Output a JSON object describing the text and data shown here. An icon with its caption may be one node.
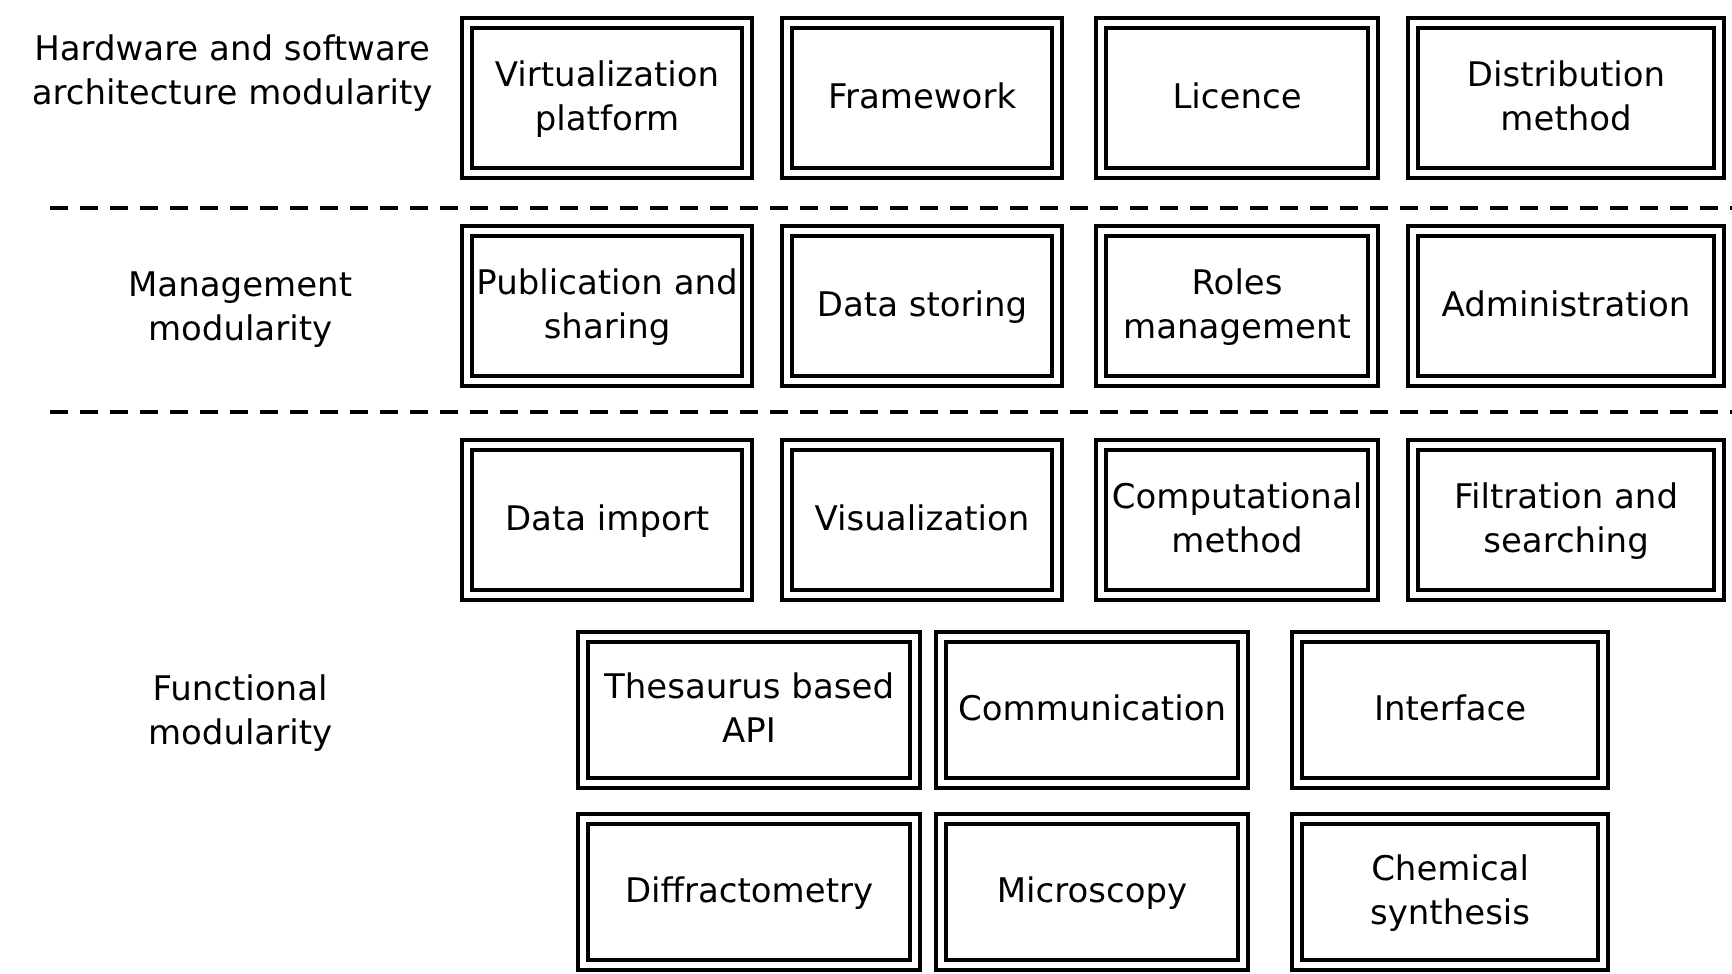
{
  "diagram": {
    "nodes": [
      {
        "text": [
          "Virtualization platform"
        ]
      },
      {
        "text": [
          "Framework"
        ]
      },
      {
        "text": [
          "Licence"
        ]
      },
      {
        "text": [
          "Distribution method"
        ]
      },
      {
        "text": [
          "Publication and sharing"
        ]
      },
      {
        "text": [
          "Data storing"
        ]
      },
      {
        "text": [
          "Roles management"
        ]
      },
      {
        "text": [
          "Administration"
        ]
      },
      {
        "text": [
          "Data import"
        ]
      },
      {
        "text": [
          "Visualization"
        ]
      },
      {
        "text": [
          "Computational method"
        ]
      },
      {
        "text": [
          "Filtration and searching"
        ]
      },
      {
        "text": [
          "Thesaurus based API"
        ]
      },
      {
        "text": [
          "Communication"
        ]
      },
      {
        "text": [
          "Interface"
        ]
      },
      {
        "text": [
          "Diffractometry"
        ]
      },
      {
        "text": [
          "Microscopy"
        ]
      },
      {
        "text": [
          "Chemical synthesis"
        ]
      }
    ],
    "edges": [],
    "labels": [
      "Hardware and software architecture modularity",
      "Management modularity",
      "Functional modularity"
    ]
  }
}
